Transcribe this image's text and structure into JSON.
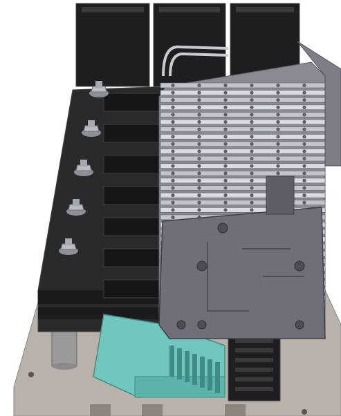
{
  "scene": {
    "description_visible_text": "",
    "colors": {
      "background": "#ffffff",
      "baseplate": "#b9b2aa",
      "baseplate_edge": "#8b847d",
      "black_housing": "#1e1e20",
      "black_housing_edge": "#4a4a4d",
      "busbar": "#2a2a2c",
      "terminal_grey": "#8a8a93",
      "terminal_light": "#d9dbe3",
      "terminal_dark": "#5d5e66",
      "teal_connector": "#6fc7bd",
      "teal_dark": "#3f8c85",
      "standoff": "#9a9a9a",
      "nut": "#b9bcc2"
    },
    "parts": {
      "motor_blocks": 3,
      "busbar_bolts": 5,
      "terminal_rows": 34,
      "teal_connector_pins": 7
    }
  }
}
